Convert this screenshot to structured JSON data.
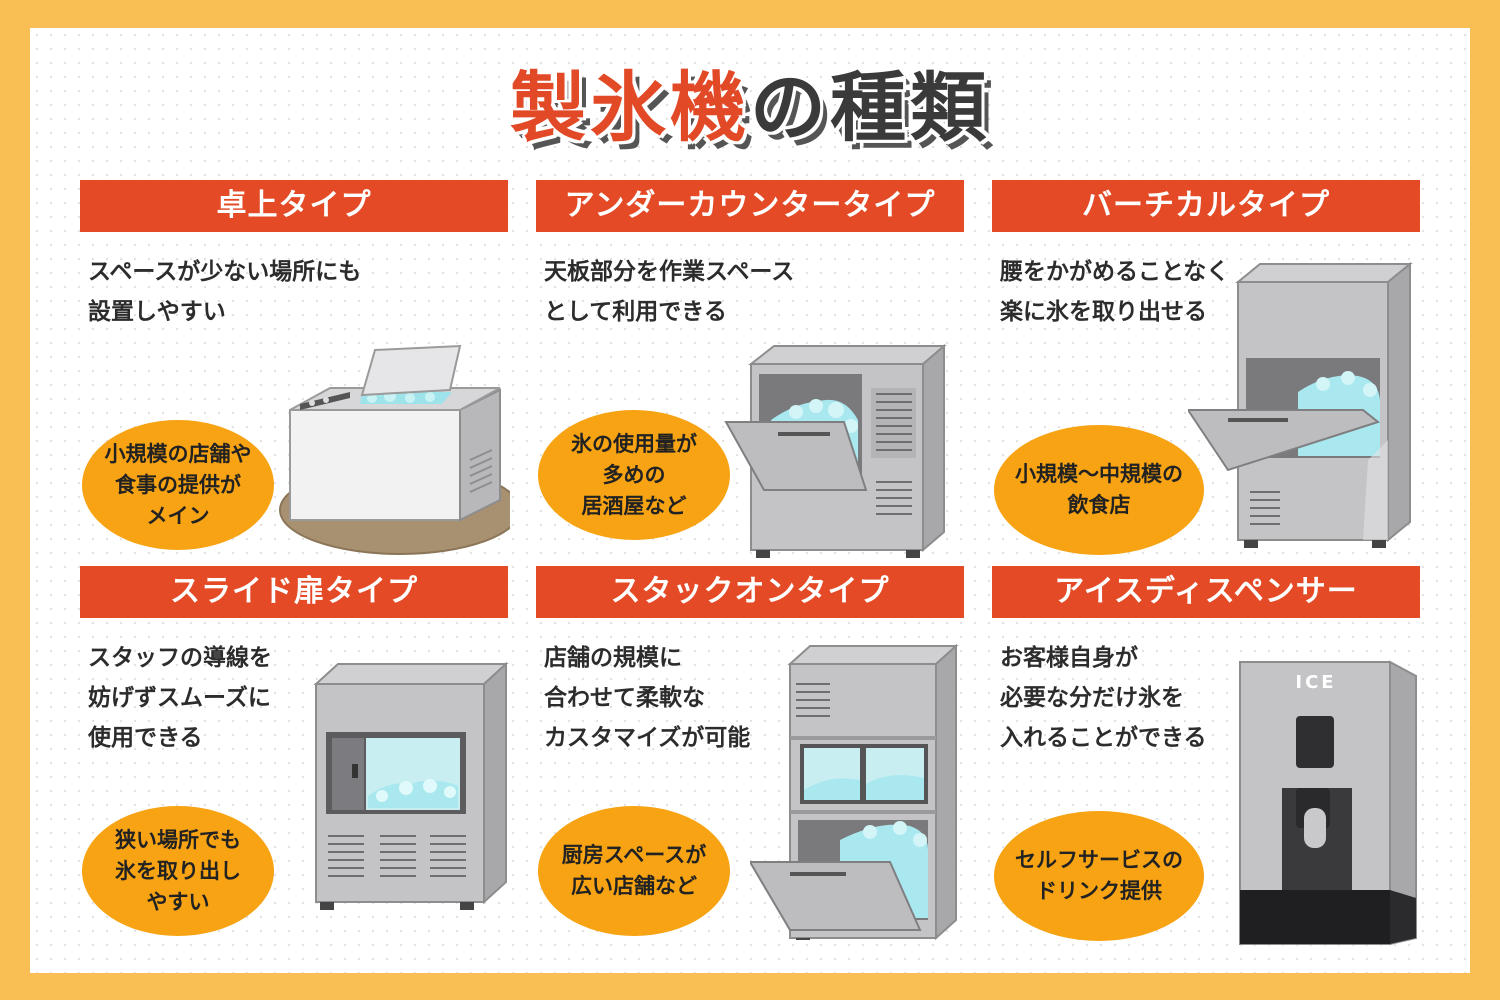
{
  "title": {
    "part1": "製氷機",
    "part2": "の種類"
  },
  "ice_label": "ICE",
  "colors": {
    "accent": "#e44a26",
    "bubble": "#f7a313",
    "frame": "#f9bf55",
    "title_dark": "#3a3a3a"
  },
  "cards": [
    {
      "label": "卓上タイプ",
      "desc": "スペースが少ない場所にも\n設置しやすい",
      "bubble": "小規模の店舗や\n食事の提供が\nメイン"
    },
    {
      "label": "アンダーカウンタータイプ",
      "desc": "天板部分を作業スペース\nとして利用できる",
      "bubble": "氷の使用量が\n多めの\n居酒屋など"
    },
    {
      "label": "バーチカルタイプ",
      "desc": "腰をかがめることなく\n楽に氷を取り出せる",
      "bubble": "小規模〜中規模の\n飲食店"
    },
    {
      "label": "スライド扉タイプ",
      "desc": "スタッフの導線を\n妨げずスムーズに\n使用できる",
      "bubble": "狭い場所でも\n氷を取り出し\nやすい"
    },
    {
      "label": "スタックオンタイプ",
      "desc": "店舗の規模に\n合わせて柔軟な\nカスタマイズが可能",
      "bubble": "厨房スペースが\n広い店舗など"
    },
    {
      "label": "アイスディスペンサー",
      "desc": "お客様自身が\n必要な分だけ氷を\n入れることができる",
      "bubble": "セルフサービスの\nドリンク提供"
    }
  ]
}
